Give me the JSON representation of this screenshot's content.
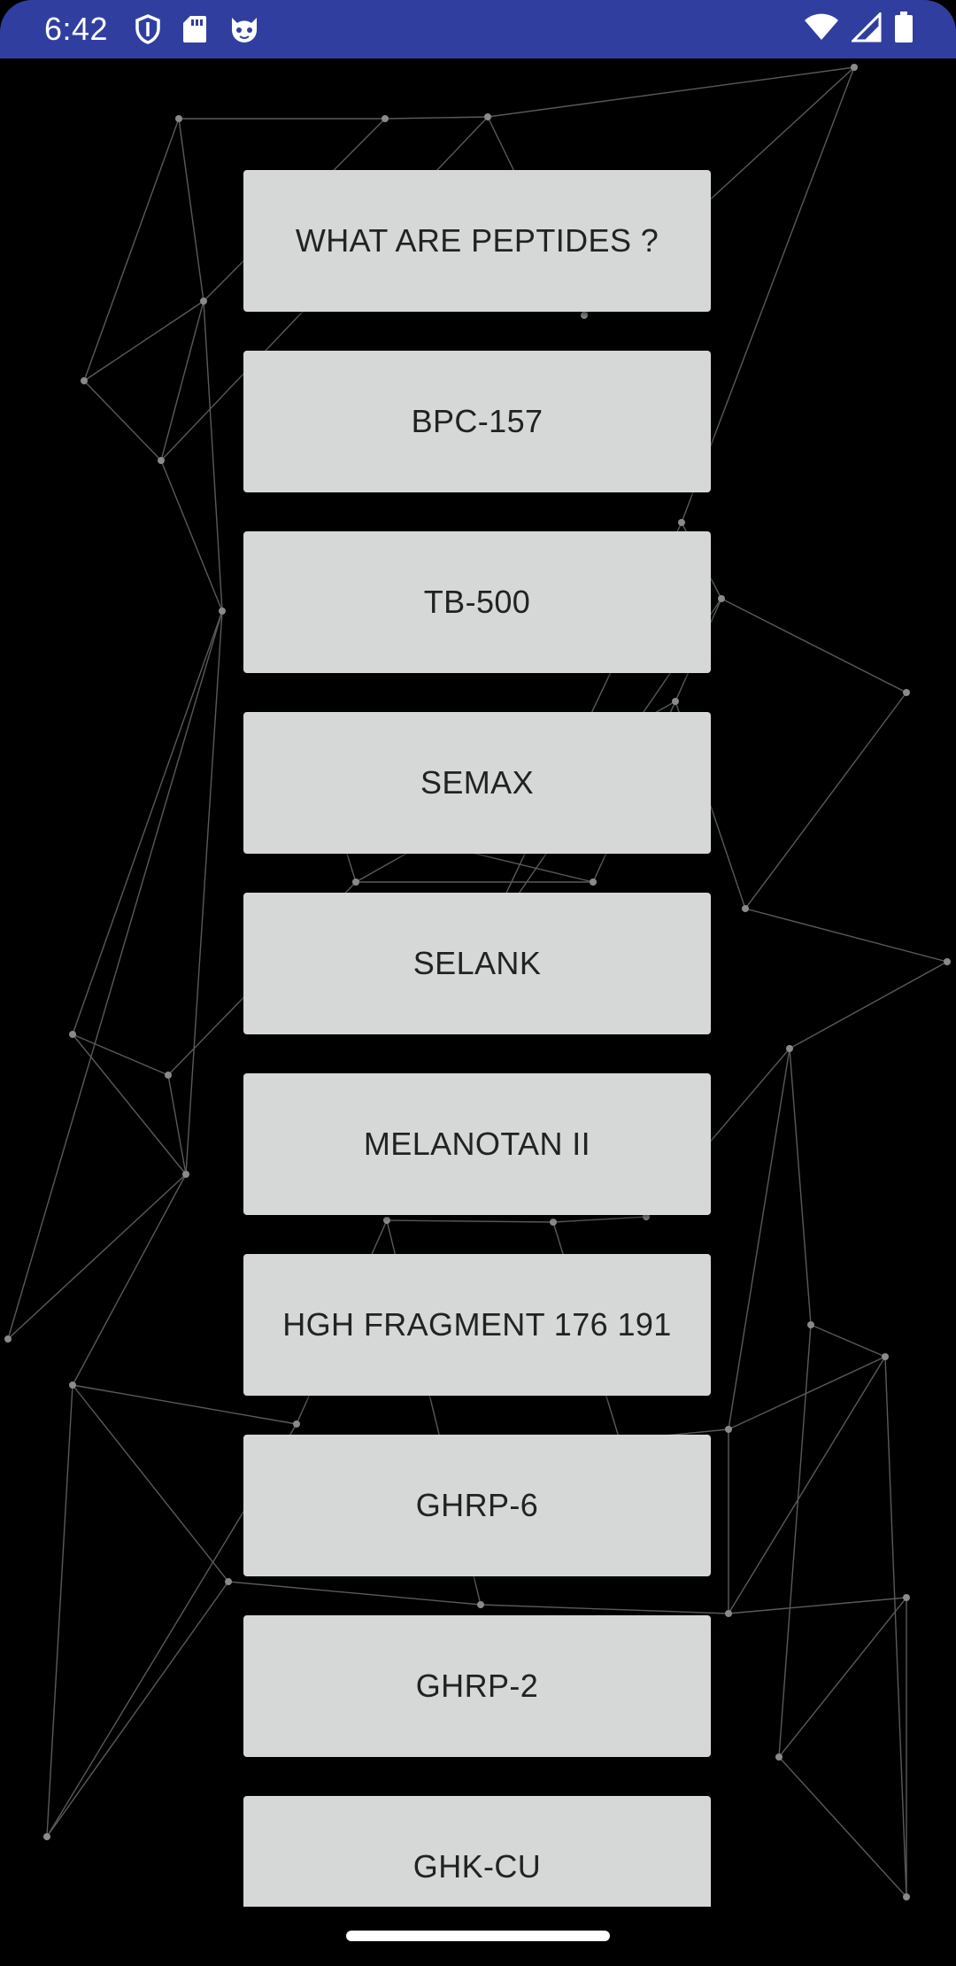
{
  "status_bar": {
    "time": "6:42",
    "left_icons": [
      "shield-icon",
      "sd-card-icon",
      "cat-face-icon"
    ],
    "right_icons": [
      "wifi-icon",
      "signal-icon",
      "battery-icon"
    ]
  },
  "menu": {
    "items": [
      {
        "label": "WHAT ARE PEPTIDES ?"
      },
      {
        "label": "BPC-157"
      },
      {
        "label": "TB-500"
      },
      {
        "label": "SEMAX"
      },
      {
        "label": "SELANK"
      },
      {
        "label": "MELANOTAN II"
      },
      {
        "label": "HGH FRAGMENT 176 191"
      },
      {
        "label": "GHRP-6"
      },
      {
        "label": "GHRP-2"
      },
      {
        "label": "GHK-CU"
      }
    ]
  },
  "colors": {
    "status_bar": "#303f9f",
    "background": "#000000",
    "button": "#d6d7d7",
    "button_text": "#222222",
    "network_lines": "#5a5a5a"
  }
}
